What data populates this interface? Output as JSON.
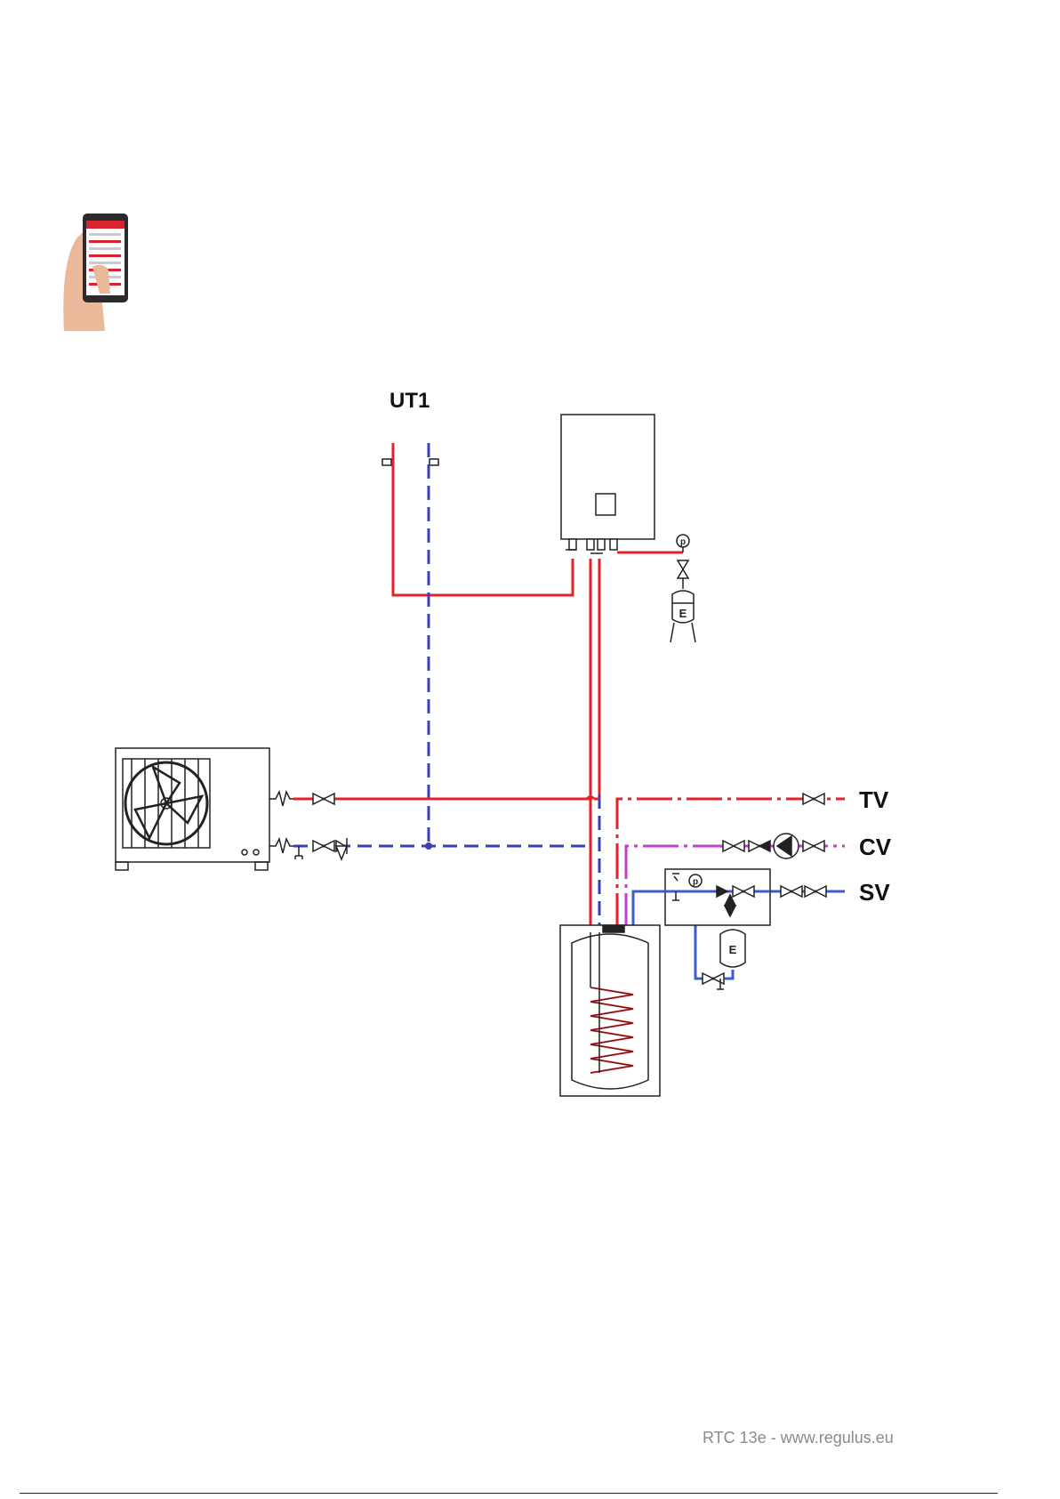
{
  "labels": {
    "ut1": "UT1",
    "tv": "TV",
    "cv": "CV",
    "sv": "SV",
    "expansion": "E",
    "gauge": "p"
  },
  "footer": "RTC 13e - www.regulus.eu",
  "colors": {
    "supply": "#e8202a",
    "return": "#3b3fb5",
    "circulation": "#c23fc9",
    "cold_water": "#3b5cc9",
    "outline": "#222222"
  },
  "icons": [
    "smartphone-app-icon",
    "heat-pump-outdoor-unit",
    "indoor-unit",
    "expansion-vessel",
    "pressure-gauge",
    "dhw-storage-tank",
    "circulation-pump",
    "ball-valve",
    "strainer"
  ]
}
